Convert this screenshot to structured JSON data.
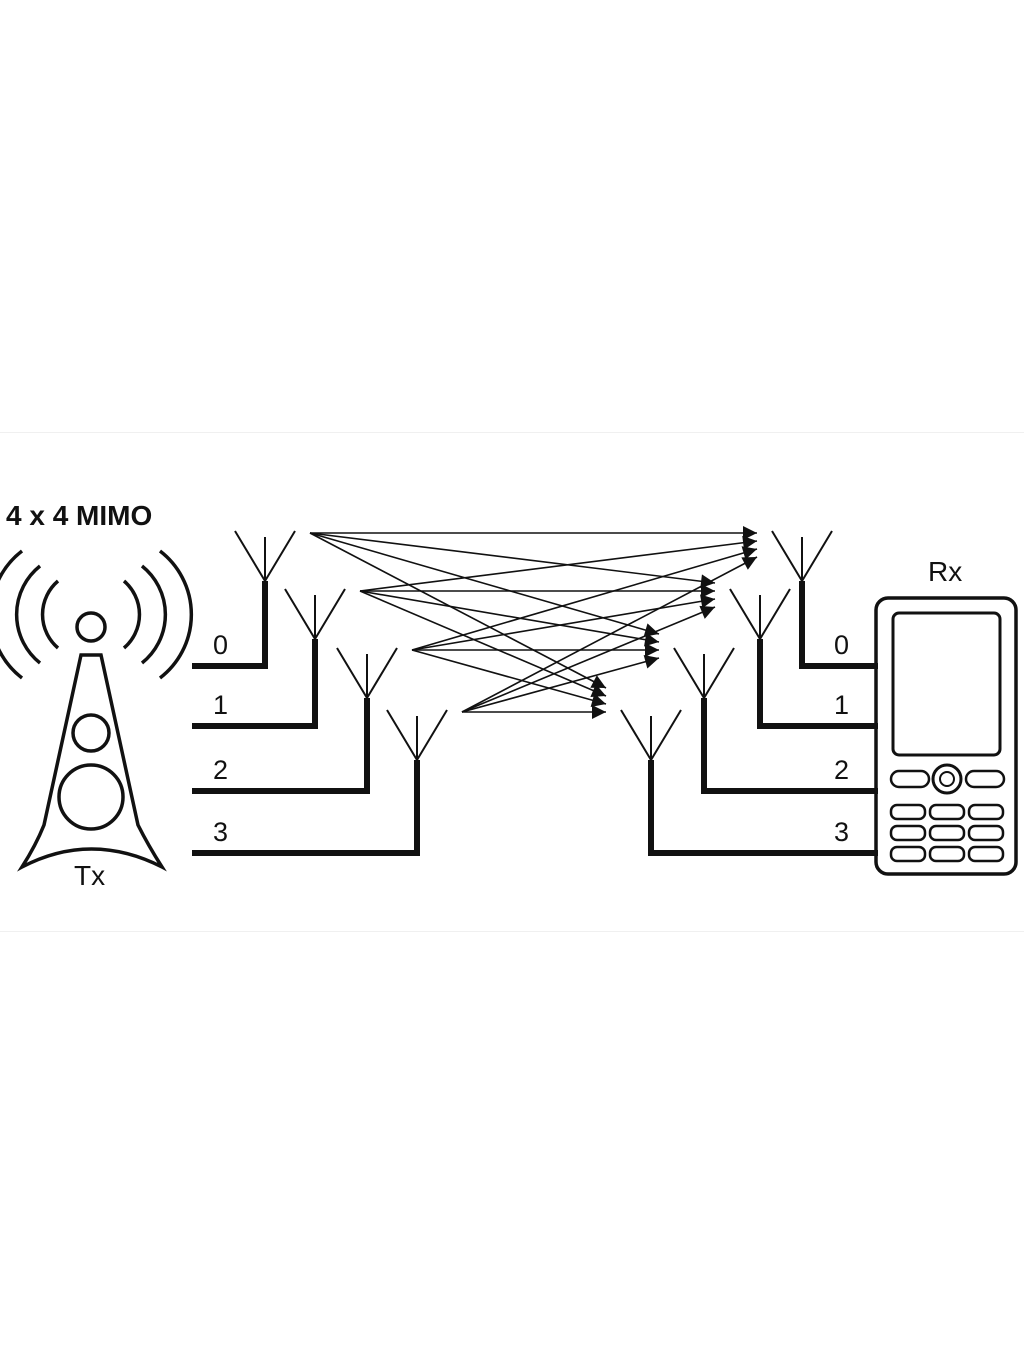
{
  "diagram": {
    "title": "4 x 4 MIMO",
    "tx_label": "Tx",
    "rx_label": "Rx",
    "tx_channels": [
      "0",
      "1",
      "2",
      "3"
    ],
    "rx_channels": [
      "0",
      "1",
      "2",
      "3"
    ],
    "ink_color": "#111111",
    "background_color": "#ffffff",
    "icons": {
      "transmitter": "cell-tower-icon",
      "receiver": "mobile-phone-icon",
      "antenna": "antenna-icon"
    }
  }
}
